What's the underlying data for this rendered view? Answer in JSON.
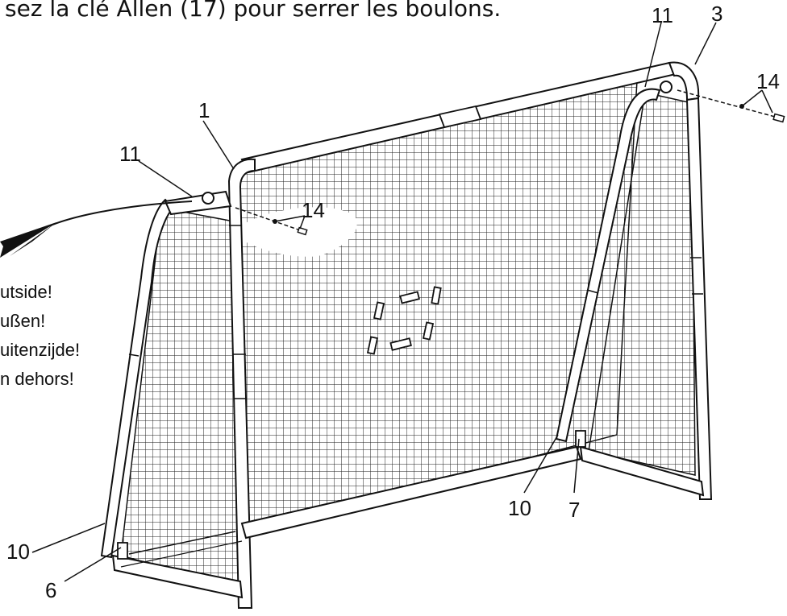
{
  "caption": "sez la clé Allen (17) pour serrer les boulons.",
  "side_notes": [
    "utside!",
    "ußen!",
    "uitenzijde!",
    "n dehors!"
  ],
  "part_labels": {
    "p1": "1",
    "p3": "3",
    "p11_left": "11",
    "p11_right": "11",
    "p14_mid": "14",
    "p14_right": "14",
    "p10_left": "10",
    "p10_right": "10",
    "p6": "6",
    "p7": "7"
  },
  "colors": {
    "line": "#111111",
    "frame_fill": "#ffffff",
    "net": "#222222"
  }
}
